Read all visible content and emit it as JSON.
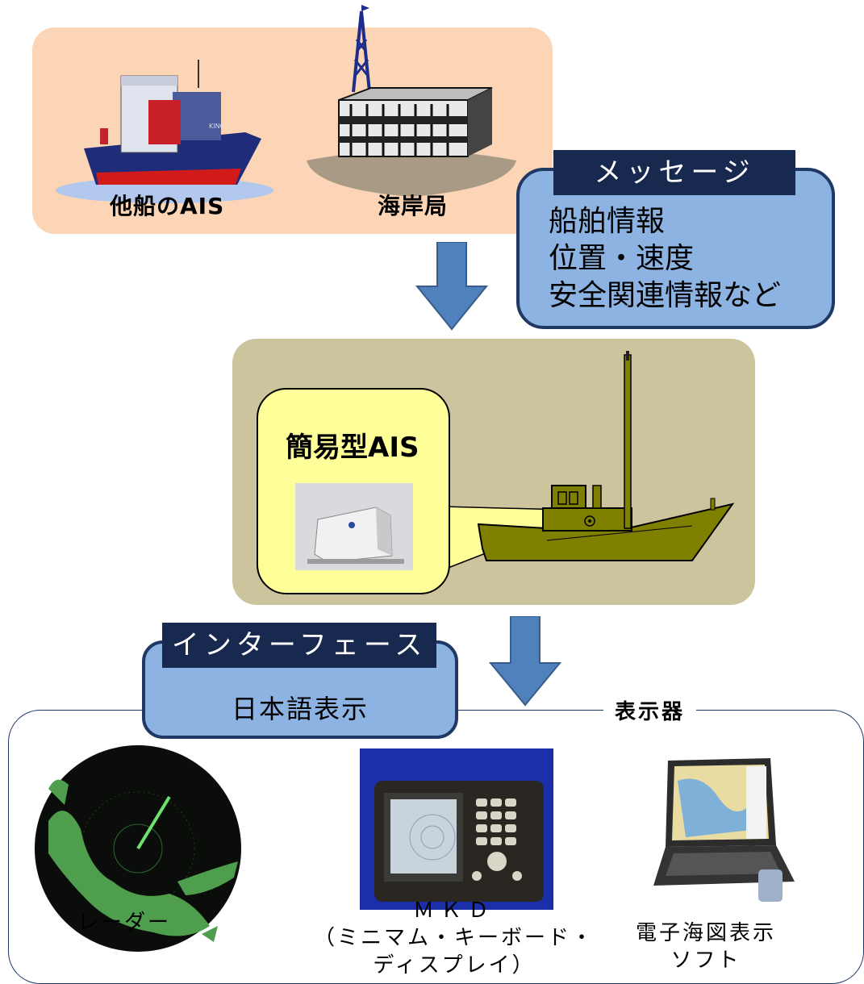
{
  "sources": {
    "other_ship_label": "他船のAIS",
    "coast_station_label": "海岸局"
  },
  "message": {
    "title": "メッセージ",
    "lines": [
      "船舶情報",
      "位置・速度",
      "安全関連情報など"
    ]
  },
  "ais": {
    "label": "簡易型AIS"
  },
  "interface": {
    "title": "インターフェース",
    "body": "日本語表示"
  },
  "display": {
    "section_label": "表示器",
    "radar_label": "レーダー",
    "mkd_line1": "ＭＫＤ",
    "mkd_line2": "（ミニマム・キーボード・",
    "mkd_line3": "ディスプレイ）",
    "ecs_line1": "電子海図表示",
    "ecs_line2": "ソフト"
  },
  "colors": {
    "source_panel": "#fbd5b5",
    "callout_blue": "#8db3e2",
    "label_navy": "#17294f",
    "ais_panel": "#ccc49c",
    "ais_callout": "#ffff99",
    "arrow": "#4f81bd",
    "boat_olive": "#808000"
  }
}
